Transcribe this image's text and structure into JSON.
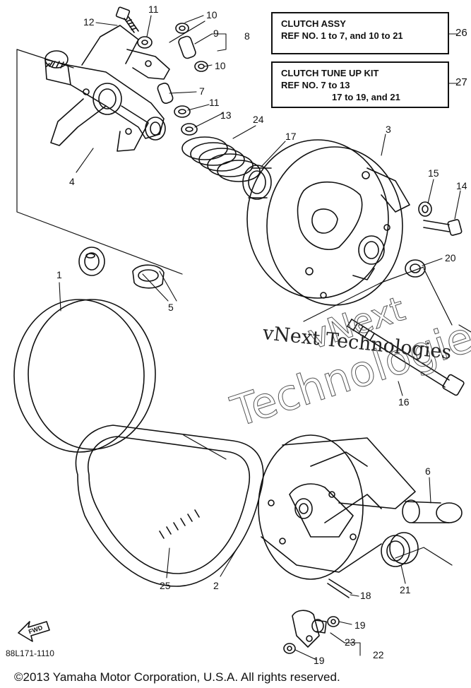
{
  "ref_boxes": {
    "clutch_assy": {
      "title": "CLUTCH ASSY",
      "line2": "REF NO. 1 to 7, and 10 to 21",
      "ref_number": "26"
    },
    "tune_up_kit": {
      "title": "CLUTCH TUNE UP KIT",
      "line2": "REF NO. 7 to 13",
      "line3": "17 to 19, and 21",
      "ref_number": "27"
    }
  },
  "callouts": {
    "c1": "1",
    "c2": "2",
    "c3": "3",
    "c4": "4",
    "c5": "5",
    "c6": "6",
    "c7": "7",
    "c8": "8",
    "c9": "9",
    "c10a": "10",
    "c10b": "10",
    "c11a": "11",
    "c11b": "11",
    "c12": "12",
    "c13": "13",
    "c14": "14",
    "c15": "15",
    "c16": "16",
    "c17": "17",
    "c18": "18",
    "c19a": "19",
    "c19b": "19",
    "c20": "20",
    "c21": "21",
    "c22": "22",
    "c23": "23",
    "c24": "24",
    "c25": "25"
  },
  "fwd_label": "FWD",
  "drawing_code": "88L171-1110",
  "watermark": {
    "line1": "vNext Technologies",
    "line2": "Technologies",
    "line3": "vNext"
  },
  "copyright": "©2013 Yamaha Motor Corporation, U.S.A. All rights reserved."
}
